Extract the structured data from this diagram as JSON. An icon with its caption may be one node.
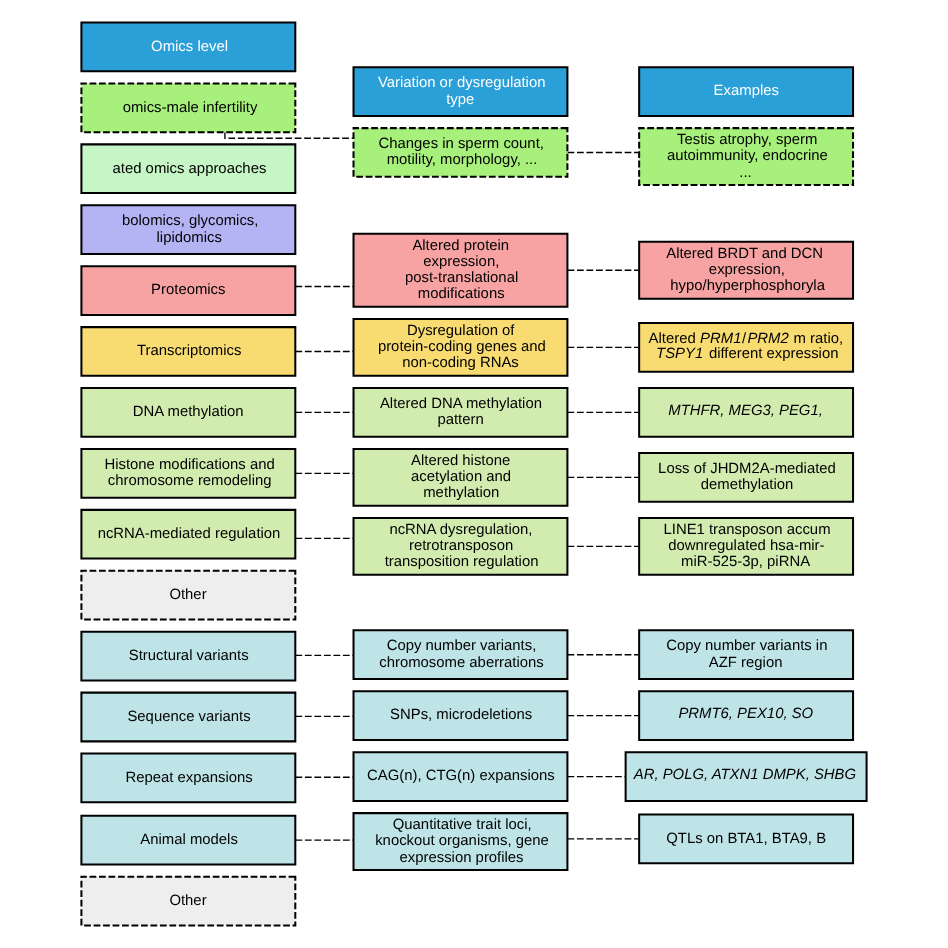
{
  "diagram": {
    "nodes": [
      {
        "text": [
          "Omics level"
        ]
      },
      {
        "text": [
          "Variation or dysregulation type"
        ]
      },
      {
        "text": [
          "Examples"
        ]
      },
      {
        "text": [
          "omics-male infertility"
        ]
      },
      {
        "text": [
          "Changes in sperm count, motility, morphology, ..."
        ]
      },
      {
        "text": [
          "Testis atrophy, sperm autoimmunity, endocrine ..."
        ]
      },
      {
        "text": [
          "ated omics approaches"
        ]
      },
      {
        "text": [
          "bolomics, glycomics, lipidomics"
        ]
      },
      {
        "text": [
          "Proteomics"
        ]
      },
      {
        "text": [
          "Altered protein expression, post-translational modifications"
        ]
      },
      {
        "text": [
          "Altered BRDT and DCN expression, hypo/hyperphosphoryla"
        ]
      },
      {
        "text": [
          "Transcriptomics"
        ]
      },
      {
        "text": [
          "Dysregulation of protein-coding genes and non-coding RNAs"
        ]
      },
      {
        "text": [
          "Altered *PRM1*/*PRM2* m ratio, *TSPY1* different expression"
        ]
      },
      {
        "text": [
          "DNA methylation"
        ]
      },
      {
        "text": [
          "Altered DNA methylation pattern"
        ]
      },
      {
        "text": [
          "*MTHFR, MEG3, PEG1,*"
        ]
      },
      {
        "text": [
          "Histone modifications and chromosome remodeling"
        ]
      },
      {
        "text": [
          "Altered histone acetylation and methylation"
        ]
      },
      {
        "text": [
          "Loss of JHDM2A-mediated demethylation"
        ]
      },
      {
        "text": [
          "ncRNA-mediated regulation"
        ]
      },
      {
        "text": [
          "ncRNA dysregulation, retrotransposon transposition regulation"
        ]
      },
      {
        "text": [
          "LINE1 transposon accum downregulated hsa-mir- miR-525-3p, piRNA"
        ]
      },
      {
        "text": [
          "Other"
        ]
      },
      {
        "text": [
          "Structural variants"
        ]
      },
      {
        "text": [
          "Copy number variants, chromosome aberrations"
        ]
      },
      {
        "text": [
          "Copy number variants in AZF region"
        ]
      },
      {
        "text": [
          "Sequence variants"
        ]
      },
      {
        "text": [
          "SNPs, microdeletions"
        ]
      },
      {
        "text": [
          "*PRMT6, PEX10, SO*"
        ]
      },
      {
        "text": [
          "Repeat expansions"
        ]
      },
      {
        "text": [
          "CAG(n), CTG(n) expansions"
        ]
      },
      {
        "text": [
          "*AR, POLG, ATXN1 DMPK, SHBG*"
        ]
      },
      {
        "text": [
          "Animal models"
        ]
      },
      {
        "text": [
          "Quantitative trait loci, knockout organisms, gene expression profiles"
        ]
      },
      {
        "text": [
          "QTLs on BTA1, BTA9, B"
        ]
      },
      {
        "text": [
          "Other"
        ]
      }
    ],
    "edges": [
      {
        "from": 3,
        "to": 4,
        "arrow": "none",
        "style": "dashed"
      },
      {
        "from": 4,
        "to": 5,
        "arrow": "none",
        "style": "dashed"
      },
      {
        "from": 8,
        "to": 9,
        "arrow": "none",
        "style": "dashed"
      },
      {
        "from": 9,
        "to": 10,
        "arrow": "none",
        "style": "dashed"
      },
      {
        "from": 11,
        "to": 12,
        "arrow": "none",
        "style": "dashed"
      },
      {
        "from": 12,
        "to": 13,
        "arrow": "none",
        "style": "dashed"
      },
      {
        "from": 14,
        "to": 15,
        "arrow": "none",
        "style": "dashed"
      },
      {
        "from": 15,
        "to": 16,
        "arrow": "none",
        "style": "dashed"
      },
      {
        "from": 17,
        "to": 18,
        "arrow": "none",
        "style": "dashed"
      },
      {
        "from": 18,
        "to": 19,
        "arrow": "none",
        "style": "dashed"
      },
      {
        "from": 20,
        "to": 21,
        "arrow": "none",
        "style": "dashed"
      },
      {
        "from": 21,
        "to": 22,
        "arrow": "none",
        "style": "dashed"
      },
      {
        "from": 24,
        "to": 25,
        "arrow": "none",
        "style": "dashed"
      },
      {
        "from": 25,
        "to": 26,
        "arrow": "none",
        "style": "dashed"
      },
      {
        "from": 27,
        "to": 28,
        "arrow": "none",
        "style": "dashed"
      },
      {
        "from": 28,
        "to": 29,
        "arrow": "none",
        "style": "dashed"
      },
      {
        "from": 30,
        "to": 31,
        "arrow": "none",
        "style": "dashed"
      },
      {
        "from": 31,
        "to": 32,
        "arrow": "none",
        "style": "dashed"
      },
      {
        "from": 33,
        "to": 34,
        "arrow": "none",
        "style": "dashed"
      },
      {
        "from": 34,
        "to": 35,
        "arrow": "none",
        "style": "dashed"
      }
    ]
  }
}
